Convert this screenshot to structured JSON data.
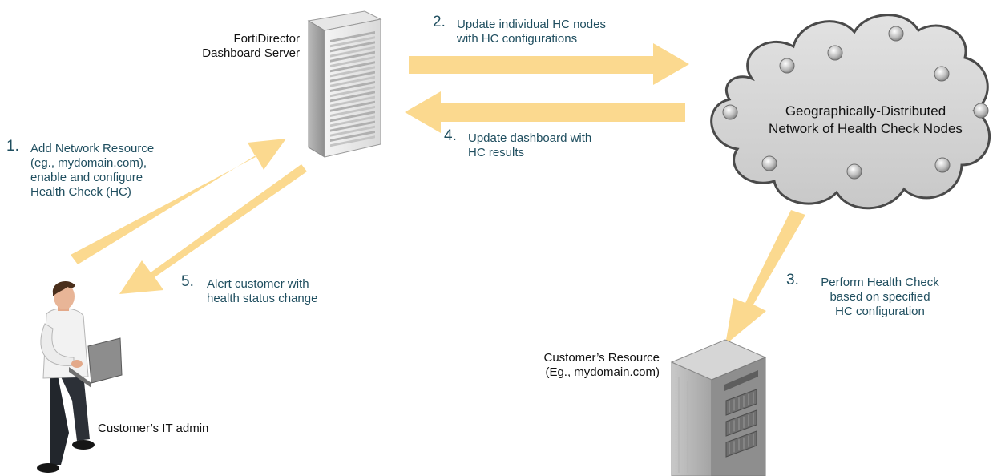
{
  "nodes": {
    "dashboard_server": {
      "lines": [
        "FortiDirector",
        "Dashboard Server"
      ]
    },
    "cloud": {
      "lines": [
        "Geographically-Distributed",
        "Network of Health Check Nodes"
      ]
    },
    "customer_resource": {
      "lines": [
        "Customer’s Resource",
        "(Eg., mydomain.com)"
      ]
    },
    "it_admin": {
      "label": "Customer’s IT admin"
    }
  },
  "steps": [
    {
      "num": "1.",
      "lines": [
        "Add Network Resource",
        "(eg., mydomain.com),",
        "enable and configure",
        "Health Check (HC)"
      ]
    },
    {
      "num": "2.",
      "lines": [
        "Update individual HC nodes",
        "with HC configurations"
      ]
    },
    {
      "num": "3.",
      "lines": [
        "Perform Health Check",
        "based on specified",
        "HC configuration"
      ]
    },
    {
      "num": "4.",
      "lines": [
        "Update dashboard with",
        "HC results"
      ]
    },
    {
      "num": "5.",
      "lines": [
        "Alert customer with",
        "health status change"
      ]
    }
  ],
  "colors": {
    "arrow": "#fbd98f",
    "step_text": "#1f4e5f",
    "cloud_fill": "#d2d2d2",
    "cloud_stroke": "#4a4a4a"
  }
}
